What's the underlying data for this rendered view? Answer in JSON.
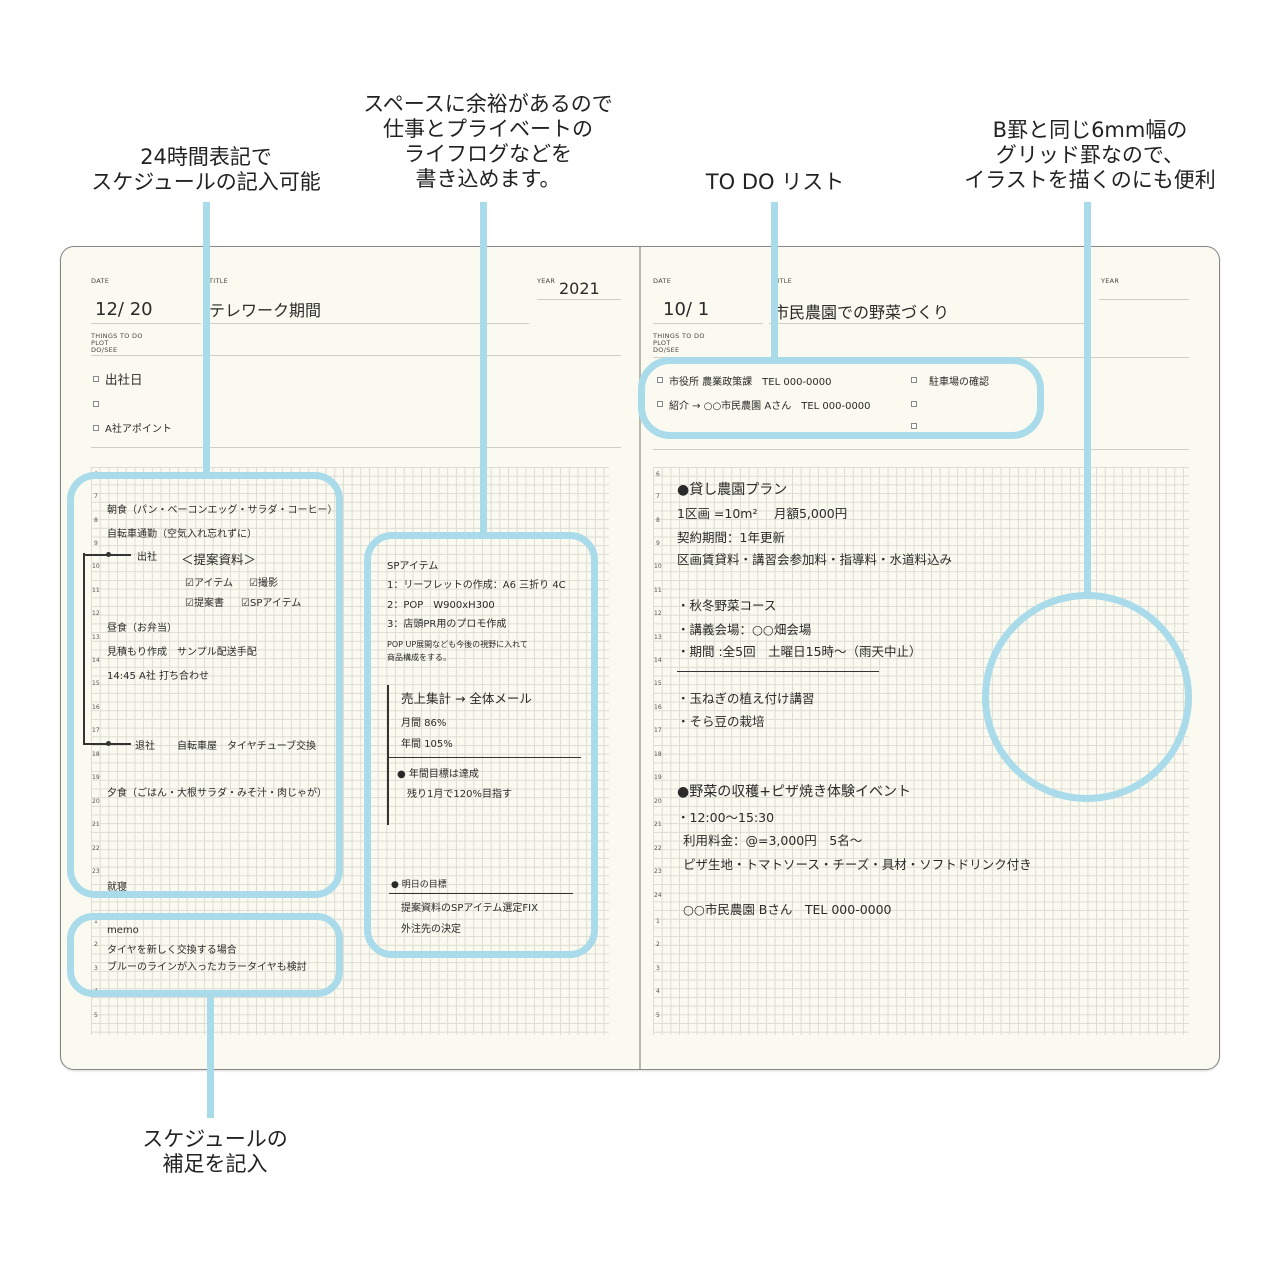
{
  "callouts": {
    "schedule": [
      "24時間表記で",
      "スケジュールの記入可能"
    ],
    "space": [
      "スペースに余裕があるので",
      "仕事とプライベートの",
      "ライフログなどを",
      "書き込めます。"
    ],
    "todo": [
      "TO DO リスト"
    ],
    "grid": [
      "B罫と同じ6mm幅の",
      "グリッド罫なので、",
      "イラストを描くのにも便利"
    ],
    "memo": [
      "スケジュールの",
      "補足を記入"
    ]
  },
  "header_labels": {
    "date": "DATE",
    "title": "TITLE",
    "year": "YEAR",
    "things": [
      "THINGS TO DO",
      "PLOT",
      "DO/SEE"
    ]
  },
  "left": {
    "date": "12/ 20",
    "title": "テレワーク期間",
    "year": "2021",
    "todos": [
      "出社日",
      "",
      "A社アポイント"
    ],
    "hours": [
      "6",
      "7",
      "8",
      "9",
      "10",
      "11",
      "12",
      "13",
      "14",
      "15",
      "16",
      "17",
      "18",
      "19",
      "20",
      "21",
      "22",
      "23",
      "24",
      "1",
      "2",
      "3",
      "4",
      "5"
    ],
    "schedule": {
      "breakfast": "朝食（パン・ベーコンエッグ・サラダ・コーヒー）",
      "commute": "自転車通勤（空気入れ忘れずに）",
      "arrive": "出社",
      "proposal": "＜提案資料＞",
      "check1a": "☑アイテム",
      "check1b": "☑撮影",
      "check2a": "☑提案書",
      "check2b": "☑SPアイテム",
      "lunch": "昼食（お弁当）",
      "estimate": "見積もり作成　サンプル配送手配",
      "meeting": "14:45 A社 打ち合わせ",
      "leave": "退社",
      "bike": "自転車屋　タイヤチューブ交換",
      "dinner": "夕食（ごはん・大根サラダ・みそ汁・肉じゃが）",
      "sleep": "就寝"
    },
    "memo": {
      "label": "memo",
      "line1": "タイヤを新しく交換する場合",
      "line2": "ブルーのラインが入ったカラータイヤも検討"
    },
    "lifelog": {
      "sp_title": "SPアイテム",
      "sp1": "1：リーフレットの作成：A6 三折り 4C",
      "sp2": "2：POP　W900xH300",
      "sp3": "3：店頭PR用のプロモ作成",
      "note1": "POP UP展開なども今後の視野に入れて",
      "note2": "商品構成をする。",
      "sales": "売上集計 → 全体メール",
      "monthly": "月間 86%",
      "yearly": "年間 105%",
      "goal": "● 年間目標は達成",
      "goal_sub": "残り1月で120%目指す",
      "tomorrow": "● 明日の目標",
      "tm1": "提案資料のSPアイテム選定FIX",
      "tm2": "外注先の決定"
    }
  },
  "right": {
    "date": "10/ 1",
    "title": "市民農園での野菜づくり",
    "todos": {
      "t1": "市役所 農業政策課　TEL 000-0000",
      "t2": "紹介 → ○○市民農園 Aさん　TEL 000-0000",
      "t3": "駐車場の確認"
    },
    "hours": [
      "6",
      "7",
      "8",
      "9",
      "10",
      "11",
      "12",
      "13",
      "14",
      "15",
      "16",
      "17",
      "18",
      "19",
      "20",
      "21",
      "22",
      "23",
      "24",
      "1",
      "2",
      "3",
      "4",
      "5"
    ],
    "plan": {
      "title": "●貸し農園プラン",
      "l1": "1区画 =10m²　 月額5,000円",
      "l2": "契約期間：1年更新",
      "l3": "区画賃貸料・講習会参加料・指導料・水道料込み",
      "course": "・秋冬野菜コース",
      "venue": "・講義会場：○○畑会場",
      "period": "・期間 :全5回　土曜日15時〜（雨天中止）",
      "onion": "・玉ねぎの植え付け講習",
      "bean": "・そら豆の栽培"
    },
    "event": {
      "title": "●野菜の収穫+ピザ焼き体験イベント",
      "time": "・12:00〜15:30",
      "fee": "利用料金：@=3,000円　5名〜",
      "incl": "ピザ生地・トマトソース・チーズ・具材・ソフトドリンク付き",
      "contact": "○○市民農園 Bさん　TEL 000-0000"
    }
  },
  "colors": {
    "accent": "#a9dbea",
    "paper": "#fbfaf0",
    "grid": "#dcdcd2"
  }
}
